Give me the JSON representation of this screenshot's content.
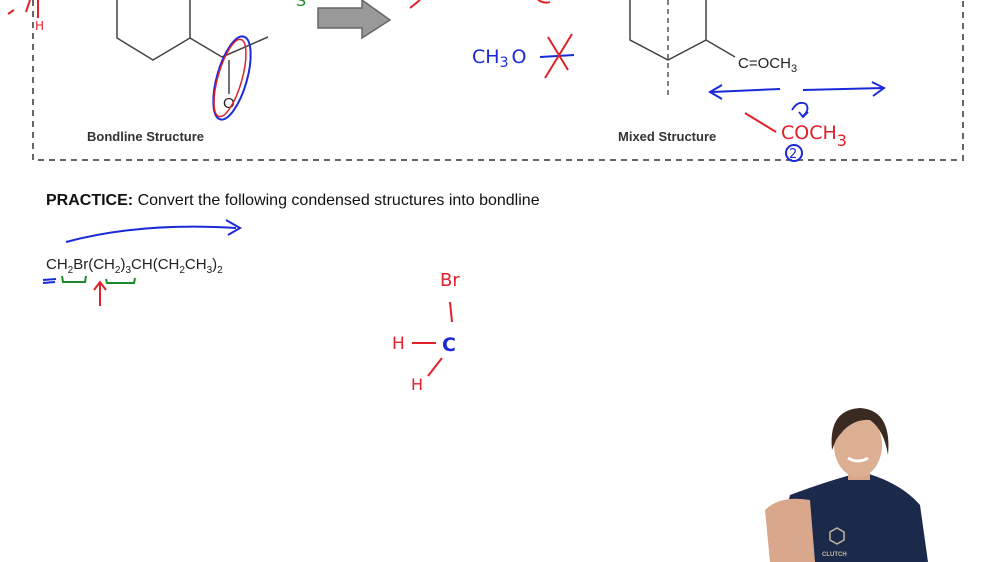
{
  "slide": {
    "top_panel": {
      "bondline_label": "Bondline Structure",
      "bondline_oxygen": "O",
      "mixed_label": "Mixed Structure",
      "mixed_group": "C=OCH",
      "mixed_group_sub": "3"
    },
    "practice": {
      "heading": "PRACTICE:",
      "instruction": "Convert the following condensed structures into bondline",
      "formula_parts": [
        "CH",
        "2",
        "Br(CH",
        "2",
        ")",
        "3",
        "CH(CH",
        "2",
        "CH",
        "3",
        ")",
        "2"
      ]
    }
  },
  "annotations": {
    "top_left_h": "H",
    "green_letter": "S",
    "ch3o": "CH",
    "ch3o_sub": "3",
    "ch3o_o": "O",
    "coch3": "COCH",
    "coch3_sub": "3",
    "circled_number": "2",
    "drawing_br": "Br",
    "drawing_c": "C",
    "drawing_h1": "H",
    "drawing_h2": "H"
  },
  "presenter": {
    "shirt_logo": "CLUTCH"
  },
  "colors": {
    "ink_blue": "#1a2ad8",
    "ink_red": "#e0202a",
    "ink_green": "#1a8a2a",
    "shirt": "#1b2a4a"
  }
}
